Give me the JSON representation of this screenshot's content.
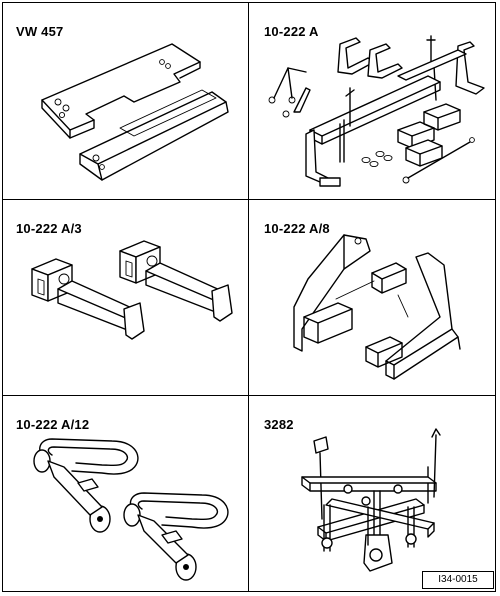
{
  "tools": [
    {
      "id": "VW 457",
      "label": "VW 457"
    },
    {
      "id": "10-222 A",
      "label": "10-222 A"
    },
    {
      "id": "10-222 A/3",
      "label": "10-222 A/3"
    },
    {
      "id": "10-222 A/8",
      "label": "10-222 A/8"
    },
    {
      "id": "10-222 A/12",
      "label": "10-222 A/12"
    },
    {
      "id": "3282",
      "label": "3282"
    }
  ],
  "figure_ref": "I34-0015"
}
